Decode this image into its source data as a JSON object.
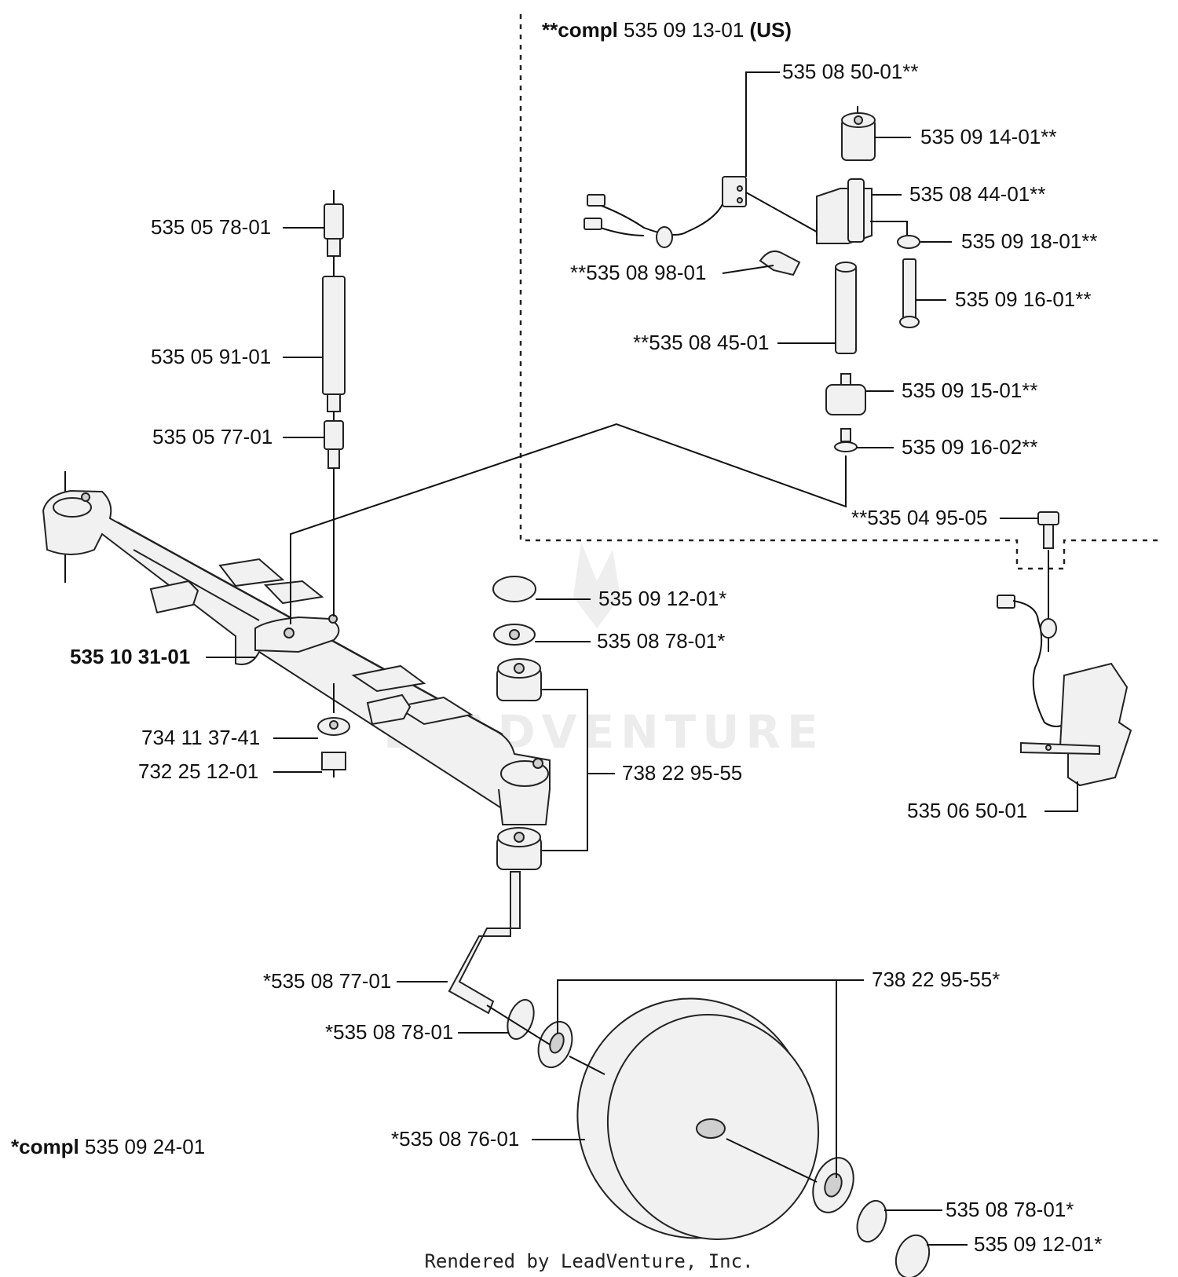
{
  "header": {
    "us_prefix": "**compl",
    "us_number": "535 09 13-01",
    "us_suffix": "(US)"
  },
  "kit": {
    "prefix": "*compl",
    "number": "535 09 24-01"
  },
  "labels": {
    "p535_05_78_01": "535 05 78-01",
    "p535_05_91_01": "535 05 91-01",
    "p535_05_77_01": "535 05 77-01",
    "p535_10_31_01": "535 10 31-01",
    "p734_11_37_41": "734 11 37-41",
    "p732_25_12_01": "732 25 12-01",
    "p535_08_50_01": "535 08 50-01**",
    "p535_09_14_01": "535 09 14-01**",
    "p535_08_44_01": "535 08 44-01**",
    "p535_09_18_01": "535 09 18-01**",
    "p535_08_98_01": "**535 08 98-01",
    "p535_09_16_01": "535 09 16-01**",
    "p535_08_45_01": "**535 08 45-01",
    "p535_09_15_01": "535 09 15-01**",
    "p535_09_16_02": "535 09 16-02**",
    "p535_04_95_05": "**535 04 95-05",
    "p535_09_12_01_top": "535 09 12-01*",
    "p535_08_78_01_top": "535 08 78-01*",
    "p738_22_95_55": "738 22 95-55",
    "p535_06_50_01": "535 06 50-01",
    "p535_08_77_01": "*535 08 77-01",
    "p738_22_95_55_star": "738 22 95-55*",
    "p535_08_78_01_left": "*535 08 78-01",
    "p535_08_76_01": "*535 08 76-01",
    "p535_08_78_01_right": "535 08 78-01*",
    "p535_09_12_01_bottom": "535 09 12-01*"
  },
  "watermark": "LEADVENTURE",
  "footer": "Rendered by LeadVenture, Inc."
}
